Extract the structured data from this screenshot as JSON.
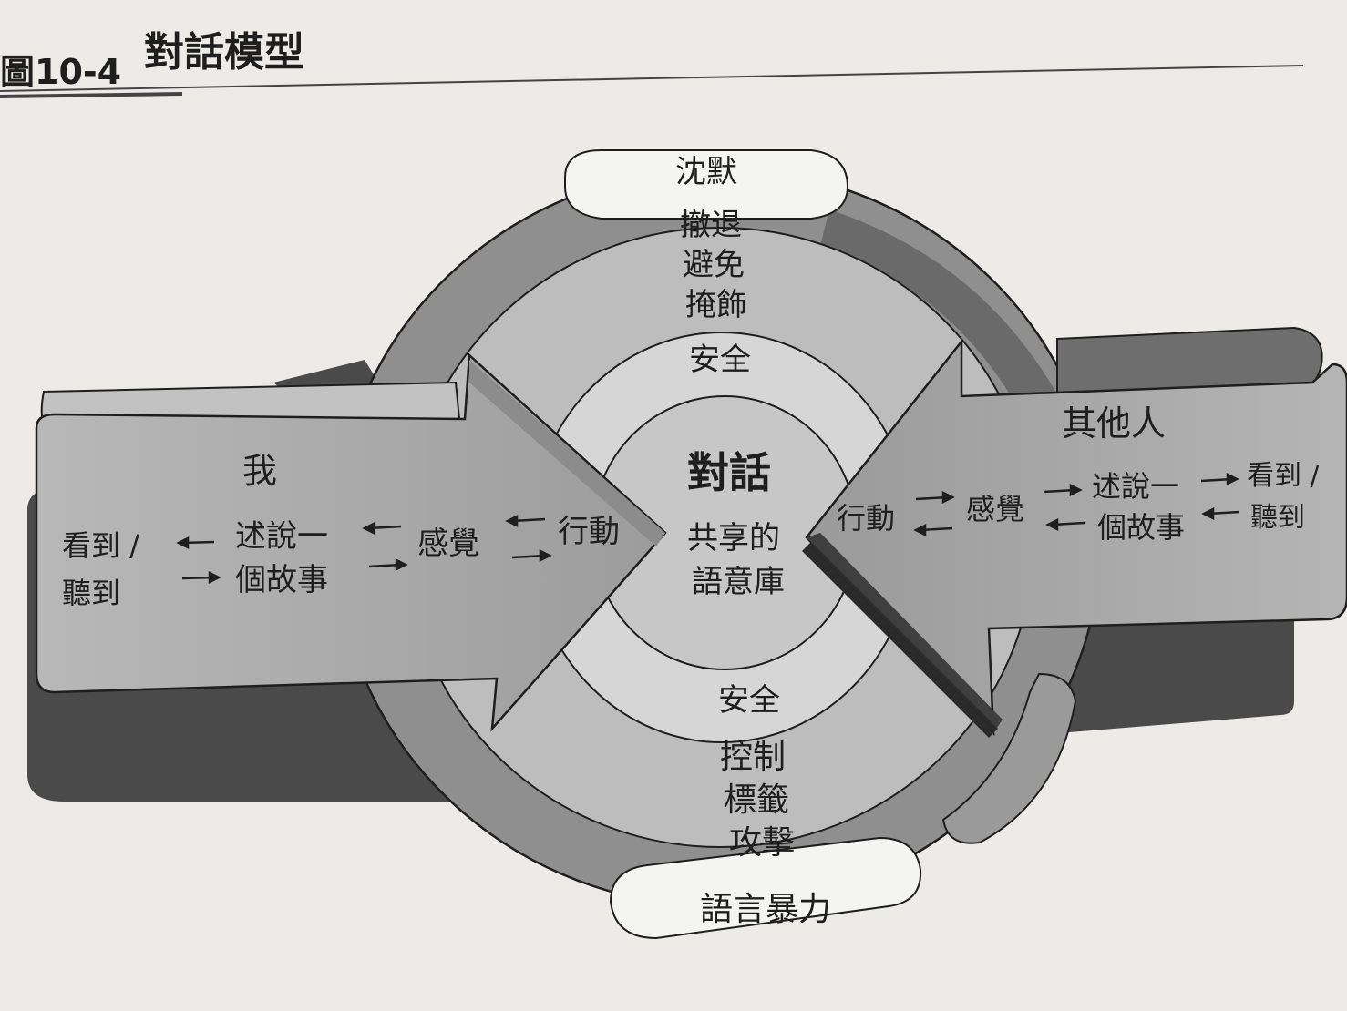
{
  "header": {
    "figure_number": "圖10-4",
    "figure_title": "對話模型"
  },
  "top_pool": {
    "silence": "沈默",
    "behaviors": [
      "撤退",
      "避免",
      "掩飾"
    ],
    "safety": "安全"
  },
  "center": {
    "title": "對話",
    "subtitle": [
      "共享的",
      "語意庫"
    ]
  },
  "bottom_pool": {
    "safety": "安全",
    "behaviors": [
      "控制",
      "標籤",
      "攻擊"
    ],
    "violence": "語言暴力"
  },
  "left_arrow": {
    "label": "我",
    "see_hear": [
      "看到 /",
      "聽到"
    ],
    "story": [
      "述說一",
      "個故事"
    ],
    "feel": "感覺",
    "act": "行動"
  },
  "right_arrow": {
    "label": "其他人",
    "act": "行動",
    "feel": "感覺",
    "story": [
      "述說一",
      "個故事"
    ],
    "see_hear": [
      "看到 /",
      "聽到"
    ]
  },
  "colors": {
    "paper": "#ecebe7",
    "shadow": "#4a4a4a",
    "ring_outer": "#8f8f8f",
    "ring_mid": "#bdbdbd",
    "ring_inner": "#d4d4d4",
    "arrow_fill": "#a9a9a9",
    "pill_fill": "#f4f4f2"
  }
}
